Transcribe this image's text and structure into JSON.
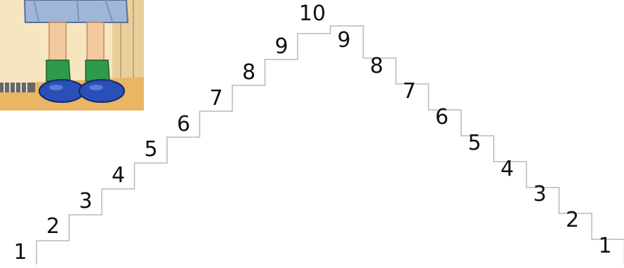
{
  "staircase": {
    "left_steps": [
      "1",
      "2",
      "3",
      "4",
      "5",
      "6",
      "7",
      "8",
      "9"
    ],
    "peak": "10",
    "right_steps": [
      "9",
      "8",
      "7",
      "6",
      "5",
      "4",
      "3",
      "2",
      "1"
    ],
    "line_color": "#b8b8b8",
    "number_color": "#111111"
  },
  "illustration": {
    "subject": "child-legs-with-blue-shoes",
    "colors": {
      "dress": "#9fb6d9",
      "skin": "#f3c9a0",
      "socks": "#2f9a4a",
      "shoes": "#2a4fb8",
      "wall": "#efd9a8",
      "floor": "#e9b65a"
    }
  }
}
